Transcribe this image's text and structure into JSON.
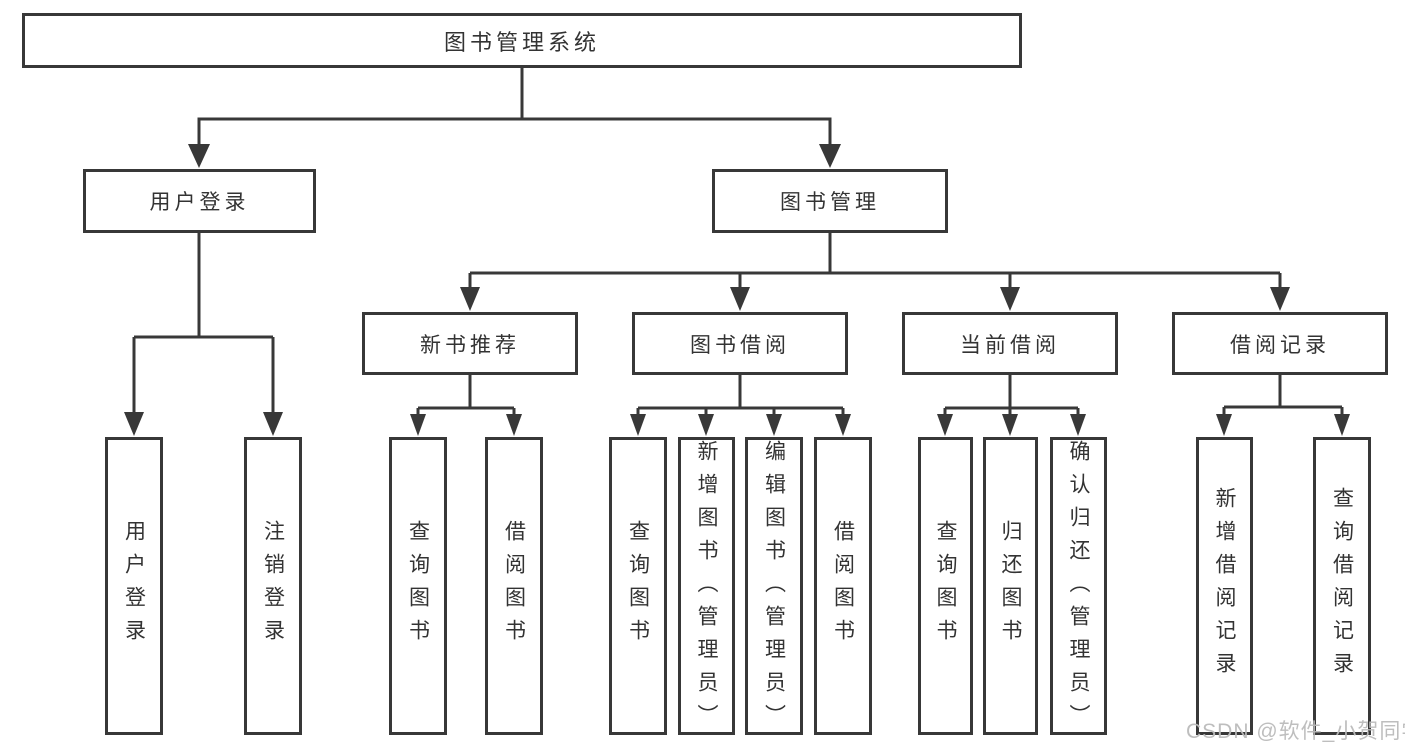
{
  "diagram": {
    "watermark": "CSDN @软件_小贺同学",
    "colors": {
      "background": "#ffffff",
      "line": "#383838",
      "text": "#333333",
      "watermark": "#bababa"
    },
    "tree": {
      "label": "图书管理系统",
      "children": [
        {
          "label": "用户登录",
          "children": [
            {
              "label": "用户登录"
            },
            {
              "label": "注销登录"
            }
          ]
        },
        {
          "label": "图书管理",
          "children": [
            {
              "label": "新书推荐",
              "children": [
                {
                  "label": "查询图书"
                },
                {
                  "label": "借阅图书"
                }
              ]
            },
            {
              "label": "图书借阅",
              "children": [
                {
                  "label": "查询图书"
                },
                {
                  "label": "新增图书（管理员）"
                },
                {
                  "label": "编辑图书（管理员）"
                },
                {
                  "label": "借阅图书"
                }
              ]
            },
            {
              "label": "当前借阅",
              "children": [
                {
                  "label": "查询图书"
                },
                {
                  "label": "归还图书"
                },
                {
                  "label": "确认归还（管理员）"
                }
              ]
            },
            {
              "label": "借阅记录",
              "children": [
                {
                  "label": "新增借阅记录"
                },
                {
                  "label": "查询借阅记录"
                }
              ]
            }
          ]
        }
      ]
    }
  }
}
